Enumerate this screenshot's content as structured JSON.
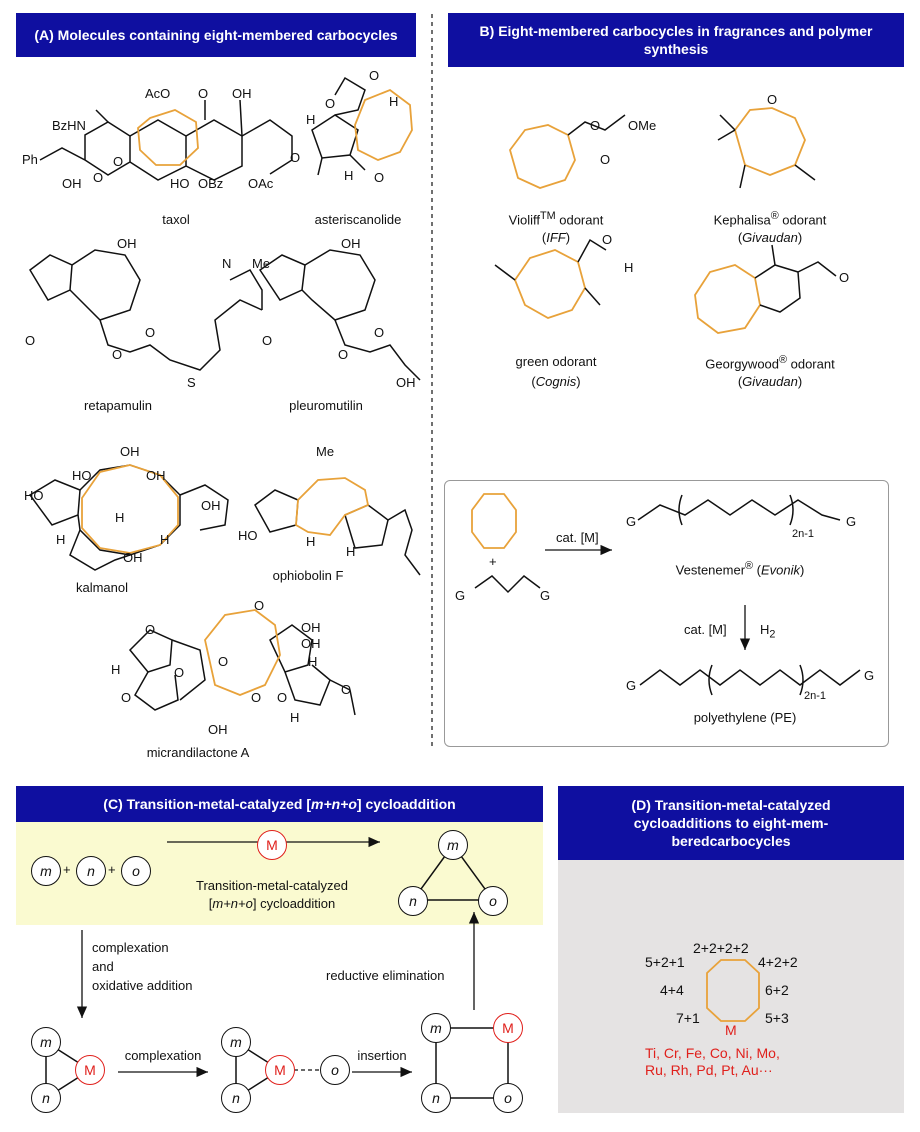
{
  "panelA": {
    "title": "(A) Molecules containing eight-membered carbocycles",
    "molecules": [
      "taxol",
      "asteriscanolide",
      "retapamulin",
      "pleuromutilin",
      "kalmanol",
      "ophiobolin F",
      "micrandilactone A"
    ],
    "atoms": {
      "taxol": [
        "AcO",
        "O",
        "OH",
        "BzHN",
        "O",
        "Ph",
        "O",
        "OH",
        "HO",
        "OBz",
        "OAc",
        "O"
      ],
      "asteriscanolide": [
        "O",
        "O",
        "H",
        "H",
        "H",
        "O"
      ],
      "retapamulin": [
        "OH",
        "N",
        "Me",
        "O",
        "O",
        "O",
        "S"
      ],
      "pleuromutilin": [
        "OH",
        "O",
        "O",
        "O",
        "OH"
      ],
      "kalmanol": [
        "OH",
        "HO",
        "OH",
        "HO",
        "OH",
        "H",
        "H",
        "H",
        "OH"
      ],
      "ophiobolin F": [
        "Me",
        "HO",
        "H",
        "H"
      ],
      "micrandilactone A": [
        "O",
        "O",
        "OH",
        "OH",
        "H",
        "O",
        "O",
        "H",
        "O",
        "O",
        "O",
        "O",
        "H",
        "OH"
      ]
    }
  },
  "panelB": {
    "title": "B) Eight-membered carbocycles in fragrances and polymer synthesis",
    "fragrances": [
      {
        "name": "Violiff",
        "sup": "TM",
        "suffix": " odorant",
        "company": "IFF",
        "atoms": [
          "O",
          "O",
          "OMe"
        ]
      },
      {
        "name": "Kephalisa",
        "sup": "®",
        "suffix": " odorant",
        "company": "Givaudan",
        "atoms": [
          "O"
        ]
      },
      {
        "name": "green odorant",
        "sup": "",
        "suffix": "",
        "company": "Cognis",
        "atoms": [
          "O",
          "H"
        ]
      },
      {
        "name": "Georgywood",
        "sup": "®",
        "suffix": " odorant",
        "company": "Givaudan",
        "atoms": [
          "O"
        ]
      }
    ],
    "polymer": {
      "plus": "+",
      "cat1": "cat. [M]",
      "cat2": "cat. [M]",
      "h2": "H",
      "h2_sub": "2",
      "G": "G",
      "subscript": "2n-1",
      "vest_name": "Vestenemer",
      "vest_sup": "®",
      "vest_company": "Evonik",
      "pe": "polyethylene (PE)"
    }
  },
  "panelC": {
    "title_pre": "(C) Transition-metal-catalyzed [",
    "title_ital": "m+n+o",
    "title_post": "] cycloaddition",
    "letters": {
      "m": "m",
      "n": "n",
      "o": "o",
      "M": "M"
    },
    "plus": "+",
    "arrow_line1": "Transition-metal-catalyzed",
    "arrow_line2_pre": "[",
    "arrow_line2_ital": "m+n+o",
    "arrow_line2_post": "] cycloaddition",
    "step1": [
      "complexation",
      "and",
      "oxidative addition"
    ],
    "step2": "complexation",
    "step3": "insertion",
    "step4": "reductive elimination"
  },
  "panelD": {
    "title": "(D) Transition-metal-catalyzed cycloadditions to eight-mem-beredcarbocycles",
    "labels": [
      "2+2+2+2",
      "5+2+1",
      "4+2+2",
      "4+4",
      "6+2",
      "7+1",
      "5+3"
    ],
    "metal": "M",
    "metals_line1": "Ti, Cr, Fe, Co, Ni, Mo,",
    "metals_line2": "Ru, Rh, Pd, Pt, Au···"
  },
  "colors": {
    "header": "#0f0fa0",
    "ring": "#e8a23a",
    "metal": "#e0201c",
    "panelC_bg": "#fafad0",
    "panelD_bg": "#e5e3e3"
  }
}
